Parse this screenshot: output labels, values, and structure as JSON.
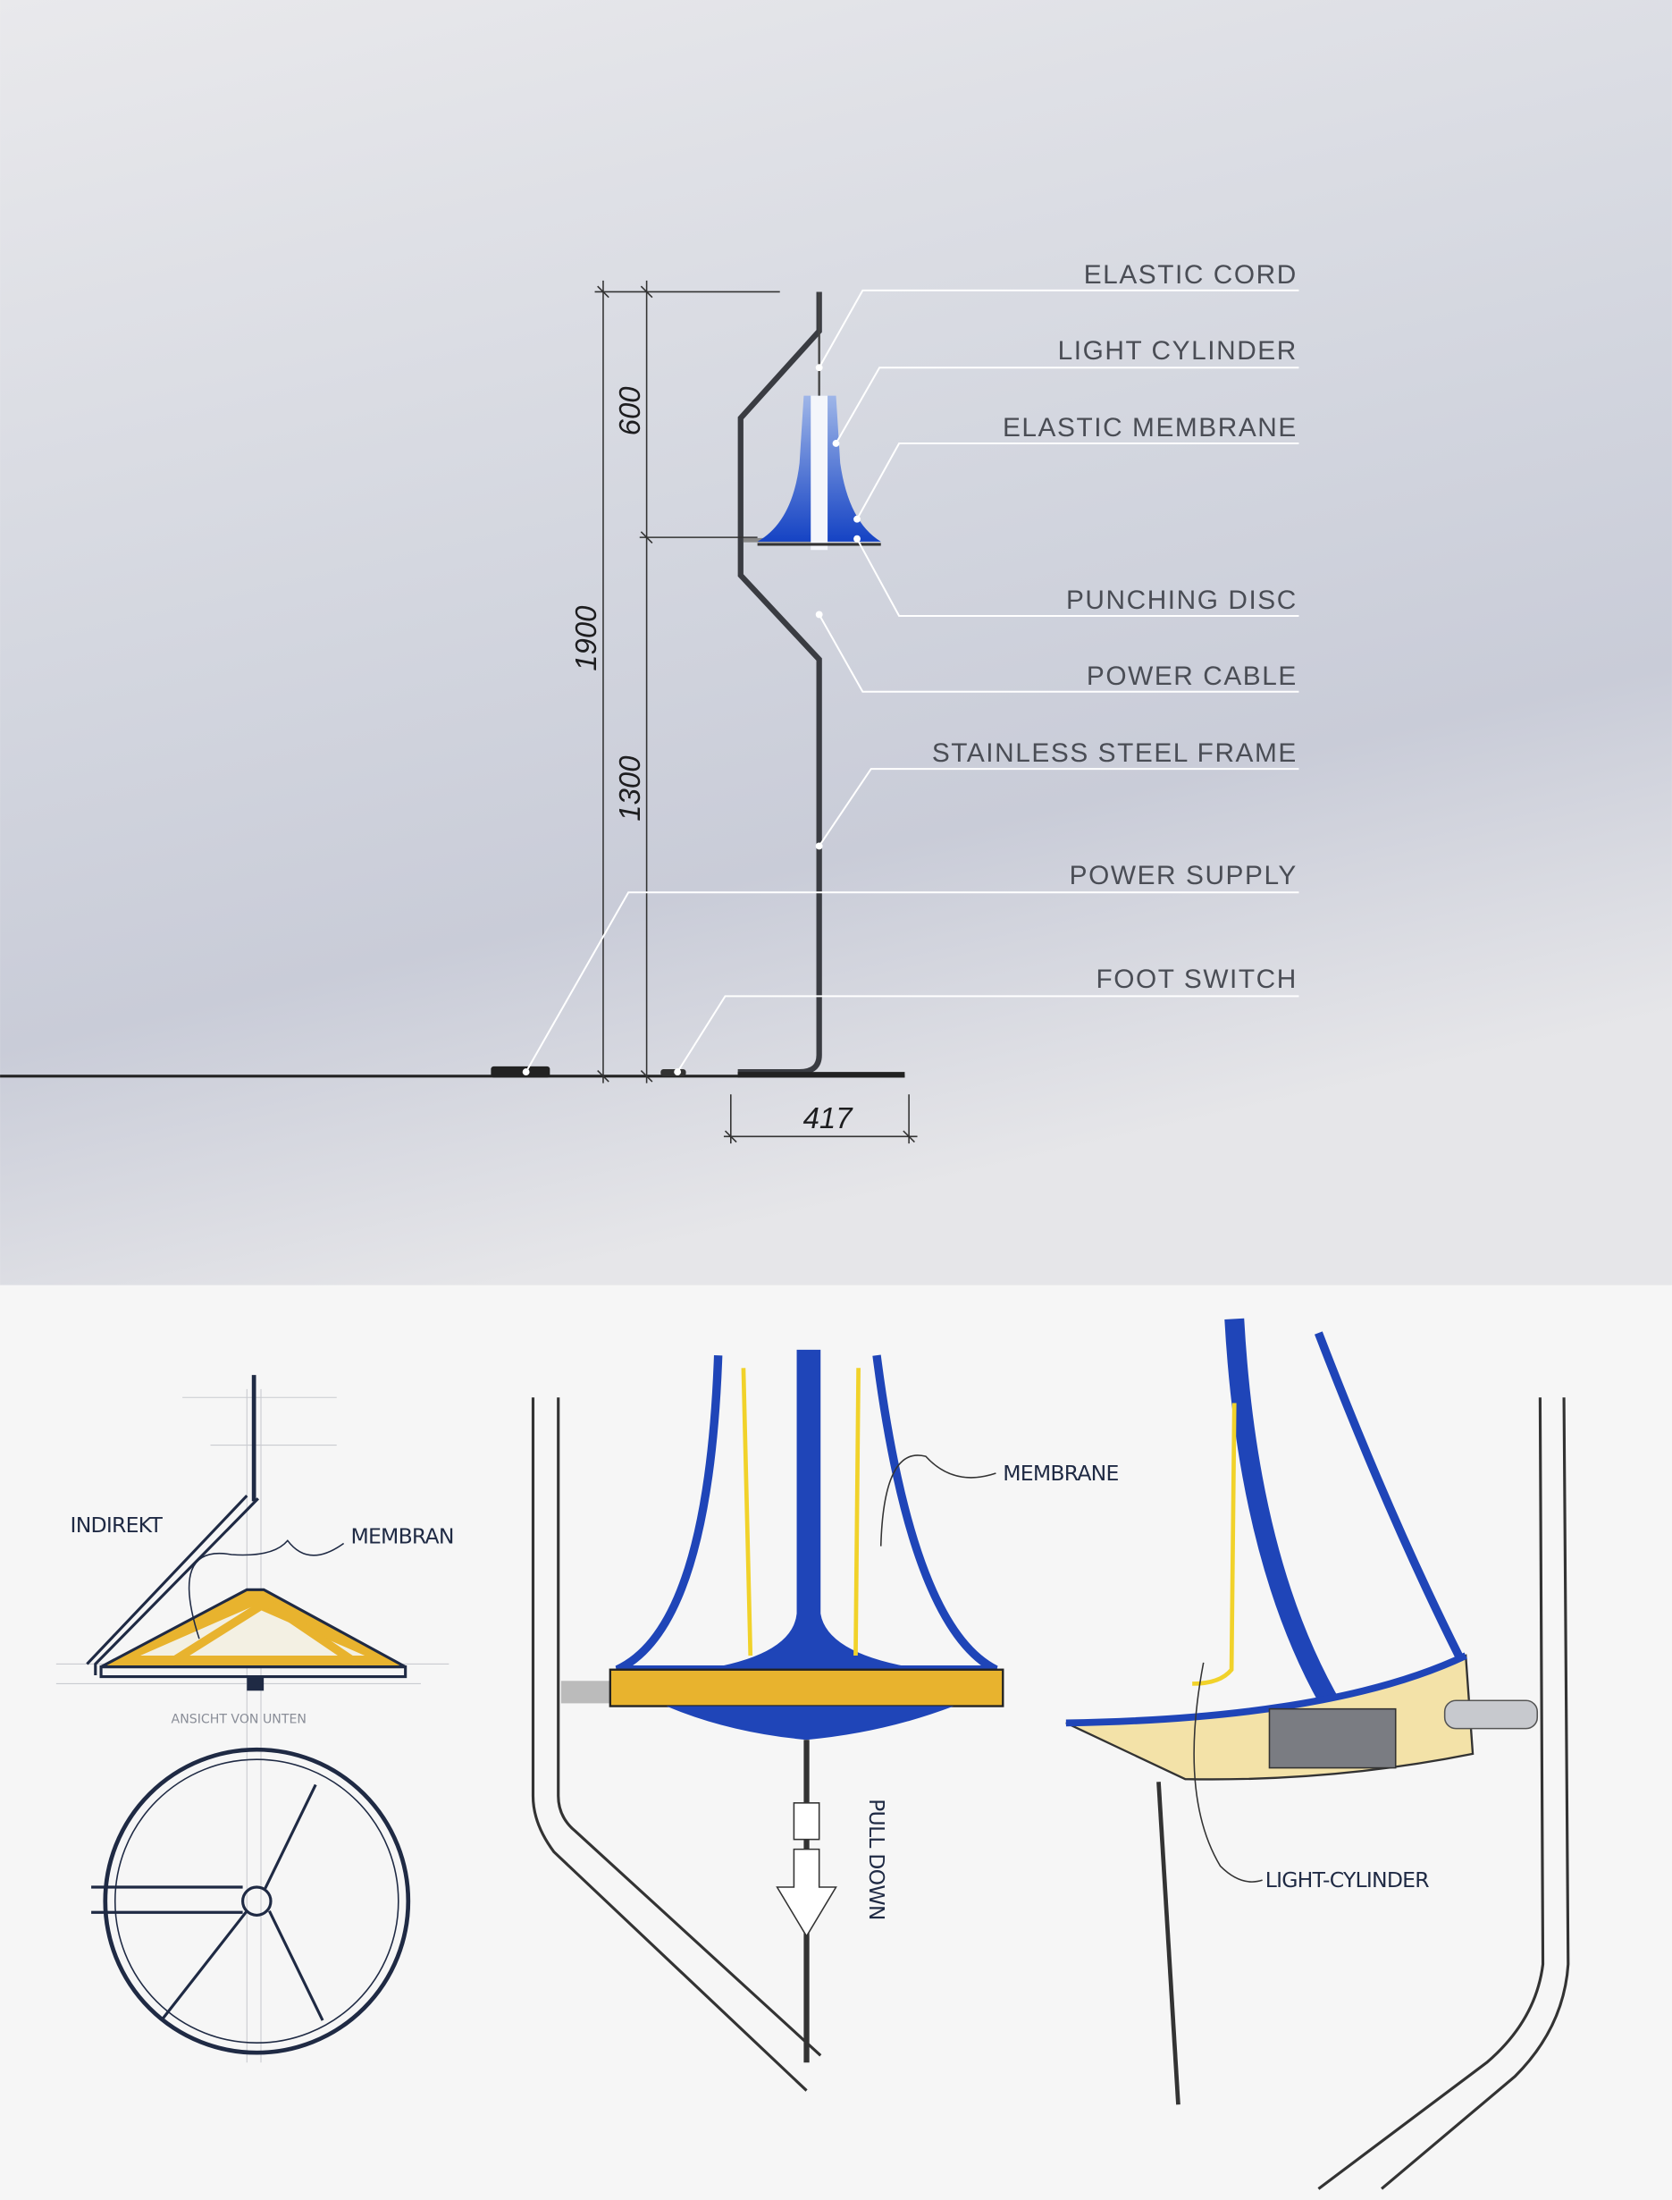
{
  "technical_drawing": {
    "labels": {
      "elastic_cord": "ELASTIC CORD",
      "light_cylinder": "LIGHT CYLINDER",
      "elastic_membrane": "ELASTIC MEMBRANE",
      "punching_disc": "PUNCHING DISC",
      "power_cable": "POWER CABLE",
      "stainless_steel_frame": "STAINLESS STEEL FRAME",
      "power_supply": "POWER SUPPLY",
      "foot_switch": "FOOT SWITCH"
    },
    "dimensions": {
      "total_height": "1900",
      "upper_height": "600",
      "lower_height": "1300",
      "base_width": "417"
    }
  },
  "sketches": {
    "indirekt": "INDIREKT",
    "membran": "MEMBRAN",
    "ansicht_von_unten": "ANSICHT VON UNTEN",
    "membrane": "MEMBRANE",
    "pull_down": "PULL DOWN",
    "light_cylinder": "LIGHT-CYLINDER"
  },
  "colors": {
    "membrane_blue": "#1f45b8",
    "wood_yellow": "#e8b32e",
    "frame_dark": "#2b2d33",
    "background_top": "#dfe1e7",
    "background_bottom": "#f6f6f6"
  }
}
